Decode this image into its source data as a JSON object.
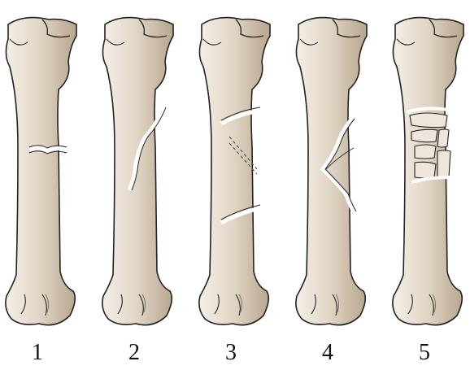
{
  "labels": [
    "1",
    "2",
    "3",
    "4",
    "5"
  ],
  "colors": {
    "bone_light": "#f2ece2",
    "bone_mid": "#d8cab6",
    "bone_dark": "#b3a189",
    "outline": "#222222",
    "shadow": "#8f8070"
  }
}
